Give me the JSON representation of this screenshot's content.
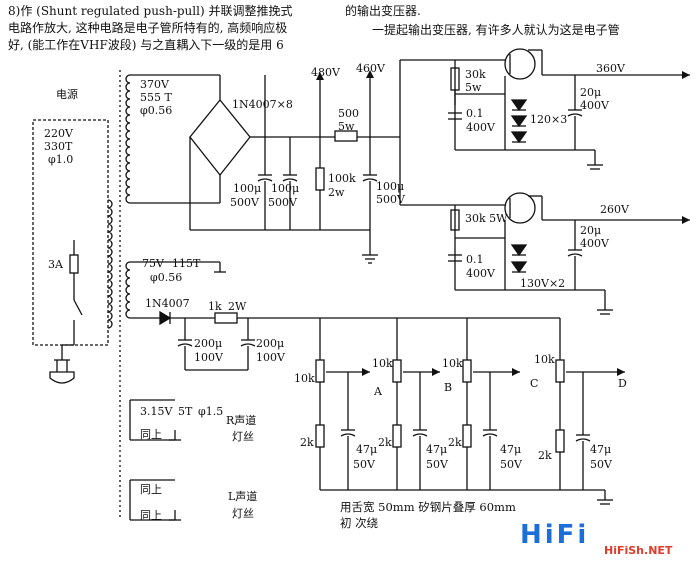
{
  "header": {
    "line1": "8)作 (Shunt regulated push-pull) 并联调整推挽式",
    "line2": "电路作放大, 这种电路是电子管所特有的, 高频响应极",
    "line3": "好, (能工作在VHF波段) 与之直耦入下一级的是用 6",
    "right1": "的输出变压器.",
    "right2": "一提起输出变压器, 有许多人就认为这是电子管"
  },
  "labels": {
    "power": "电源",
    "p_v": "220V",
    "p_t": "330T",
    "p_d": "φ1.0",
    "fuse": "3A",
    "s1_v": "370V",
    "s1_t": "555 T",
    "s1_d": "φ0.56",
    "diode_bridge": "1N4007×8",
    "v480": "480V",
    "v460": "460V",
    "r500": "500",
    "r500w": "5w",
    "c1a": "100μ",
    "c1b": "500V",
    "c2a": "100μ",
    "c2b": "500V",
    "r100k": "100k",
    "r100kw": "2w",
    "c3a": "100μ",
    "c3b": "500V",
    "r30k_a": "30k",
    "r30k_aw": "5w",
    "c01a": "0.1",
    "c01a_v": "400V",
    "zener1": "120×3",
    "v360": "360V",
    "c20a": "20μ",
    "c20a_v": "400V",
    "r30k_b": "30k  5W",
    "c01b": "0.1",
    "c01b_v": "400V",
    "zener2": "130V×2",
    "v260": "260V",
    "c20b": "20μ",
    "c20b_v": "400V",
    "s2_v": "75V",
    "s2_t": "115T",
    "s2_d": "φ0.56",
    "diode2": "1N4007",
    "r1k": "1k",
    "r1kw": "2W",
    "c200a": "200μ",
    "c200a_v": "100V",
    "c200b": "200μ",
    "c200b_v": "100V",
    "pot1": "10k",
    "pot2": "10k",
    "pot3": "10k",
    "pot4": "10k",
    "outA": "A",
    "outB": "B",
    "outC": "C",
    "outD": "D",
    "r2k1": "2k",
    "r2k2": "2k",
    "r2k3": "2k",
    "r2k4": "2k",
    "c47a": "47μ",
    "c47a_v": "50V",
    "c47b": "47μ",
    "c47b_v": "50V",
    "c47c": "47μ",
    "c47c_v": "50V",
    "c47d": "47μ",
    "c47d_v": "50V",
    "h1_v": "3.15V",
    "h1_t": "5T",
    "h1_d": "φ1.5",
    "h1_same": "同上",
    "h1_ch": "R声道",
    "h1_fil": "灯丝",
    "h2_same": "同上",
    "h2_ch": "L声道",
    "h2_fil": "灯丝",
    "h3_same": "同上",
    "core_note1": "用舌宽 50mm  矽钢片叠厚 60mm",
    "core_note2": "初     次绕"
  },
  "watermark": {
    "brand": "HiFi",
    "url": "HiFiSh.NET"
  }
}
